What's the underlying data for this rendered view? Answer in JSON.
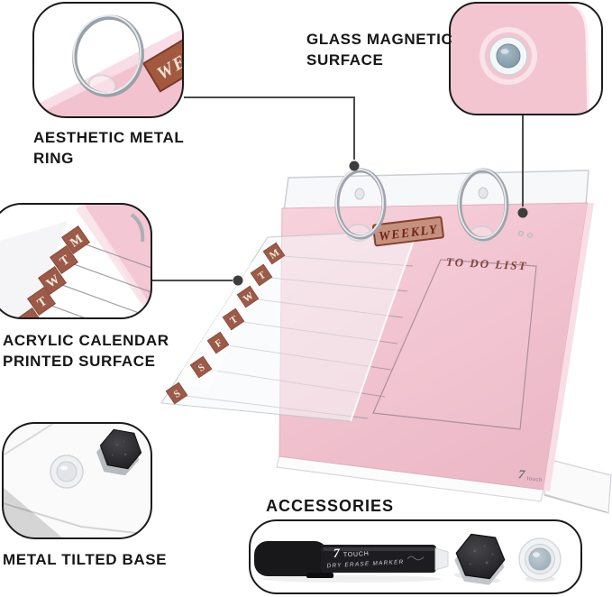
{
  "colors": {
    "board_pink": "#f2c5d1",
    "board_pink_light": "#f7d2dc",
    "tab_brown": "#9c5a49",
    "plate_tan": "#c6907e",
    "plate_text_maroon": "#6f2317",
    "todo_text_maroon": "#7d453e",
    "label_text": "#161616",
    "row_line_gray": "#8f8694",
    "leader_line_gray": "#4a4a4a",
    "metal_silver": "#9fa4ac",
    "magnet_steel_blue": "#8fa5b2",
    "marker_black": "#1d1d21"
  },
  "labels": {
    "glass": {
      "line1": "GLASS MAGNETIC",
      "line2": "SURFACE"
    },
    "ring": {
      "line1": "AESTHETIC METAL",
      "line2": "RING"
    },
    "acrylic": {
      "line1": "ACRYLIC CALENDAR",
      "line2": "PRINTED SURFACE"
    },
    "base": {
      "line1": "METAL TILTED BASE"
    },
    "accessories": {
      "line1": "ACCESSORIES"
    }
  },
  "product": {
    "header_plate": "WEEKLY",
    "todo_title": "TO DO LIST",
    "day_tabs": [
      "M",
      "T",
      "W",
      "T",
      "F",
      "S",
      "S"
    ],
    "ring_plate_fragment": "WE",
    "brand": {
      "numeral": "7",
      "name": "touch"
    }
  },
  "marker": {
    "numeral": "7",
    "brand": "TOUCH",
    "label": "DRY ERASE MARKER"
  }
}
